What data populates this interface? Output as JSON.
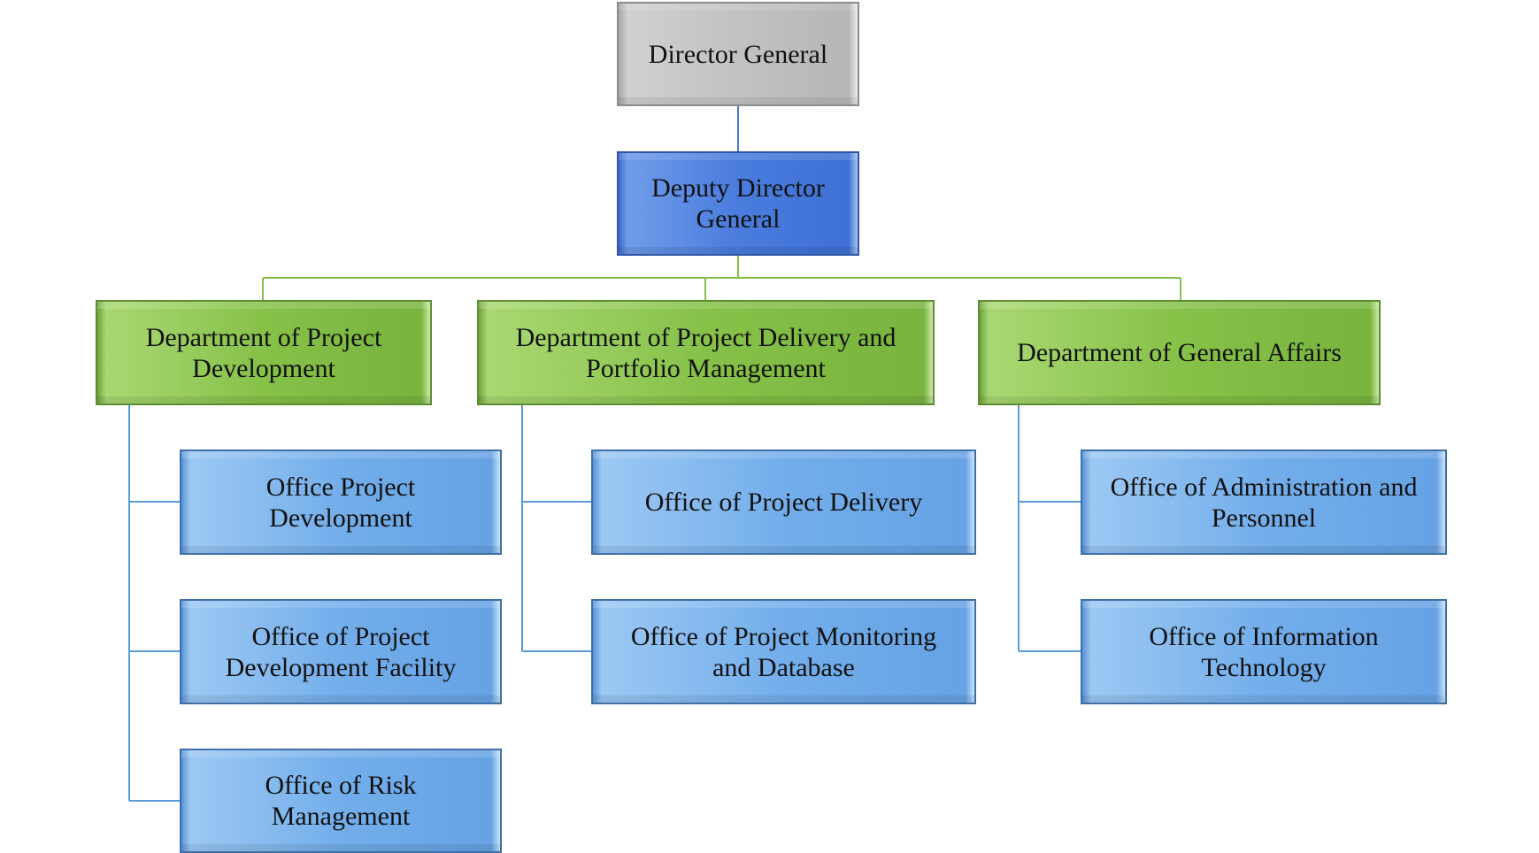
{
  "colors": {
    "top_connector": "#4a78c8",
    "department_connector": "#86c148",
    "office_connector": "#5b9bd5"
  },
  "org_chart": {
    "director": "Director General",
    "deputy": "Deputy Director\nGeneral",
    "departments": [
      {
        "name": "Department of Project\nDevelopment",
        "offices": [
          "Office Project\nDevelopment",
          "Office of Project\nDevelopment Facility",
          "Office of Risk\nManagement"
        ]
      },
      {
        "name": "Department of Project Delivery and\nPortfolio Management",
        "offices": [
          "Office of Project Delivery",
          "Office of Project Monitoring\nand Database"
        ]
      },
      {
        "name": "Department of General Affairs",
        "offices": [
          "Office of Administration and\nPersonnel",
          "Office of Information\nTechnology"
        ]
      }
    ]
  }
}
